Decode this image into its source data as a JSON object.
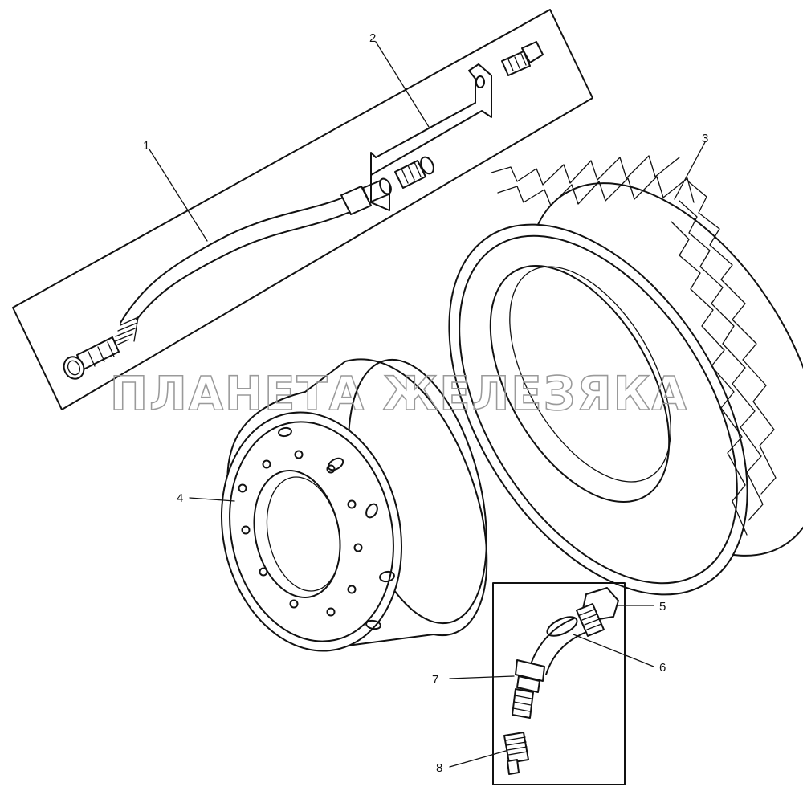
{
  "watermark": "ПЛАНЕТА ЖЕЛЕЗЯКА",
  "callouts": [
    {
      "label": "1"
    },
    {
      "label": "2"
    },
    {
      "label": "3"
    },
    {
      "label": "4"
    },
    {
      "label": "5"
    },
    {
      "label": "6"
    },
    {
      "label": "7"
    },
    {
      "label": "8"
    }
  ],
  "colors": {
    "line": "#111111",
    "background": "#ffffff",
    "watermark": "#9a9a9a"
  }
}
